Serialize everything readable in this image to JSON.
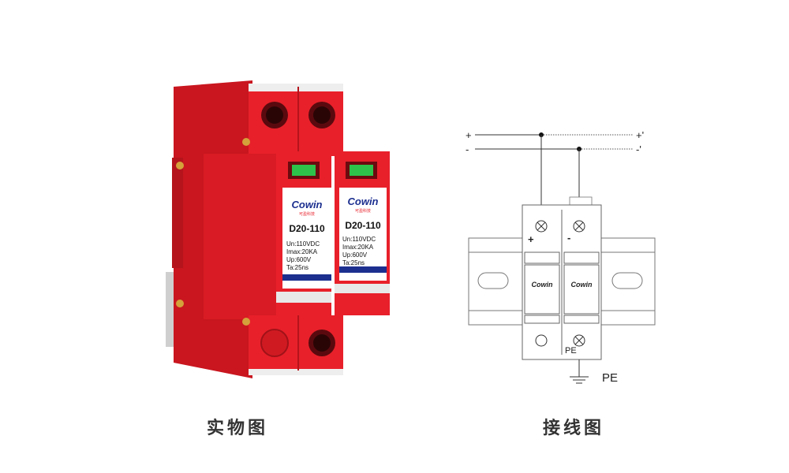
{
  "product": {
    "brand": "Cowin",
    "brand_sub": "可盈科技",
    "model": "D20-110",
    "specs": [
      "Un:110VDC",
      "Imax:20KA",
      "Up:600V",
      "Ta:25ns"
    ],
    "colors": {
      "body": "#e8202a",
      "body_dark": "#b5141c",
      "window": "#2ec24a",
      "stripe": "#1c2f8f"
    }
  },
  "wiring": {
    "plus": "+",
    "minus": "-",
    "plus_out": "+'",
    "minus_out": "-'",
    "module_brand": "Cowin",
    "pe_inner": "PE",
    "pe_outer": "PE"
  },
  "captions": {
    "left": "实物图",
    "right": "接线图"
  }
}
